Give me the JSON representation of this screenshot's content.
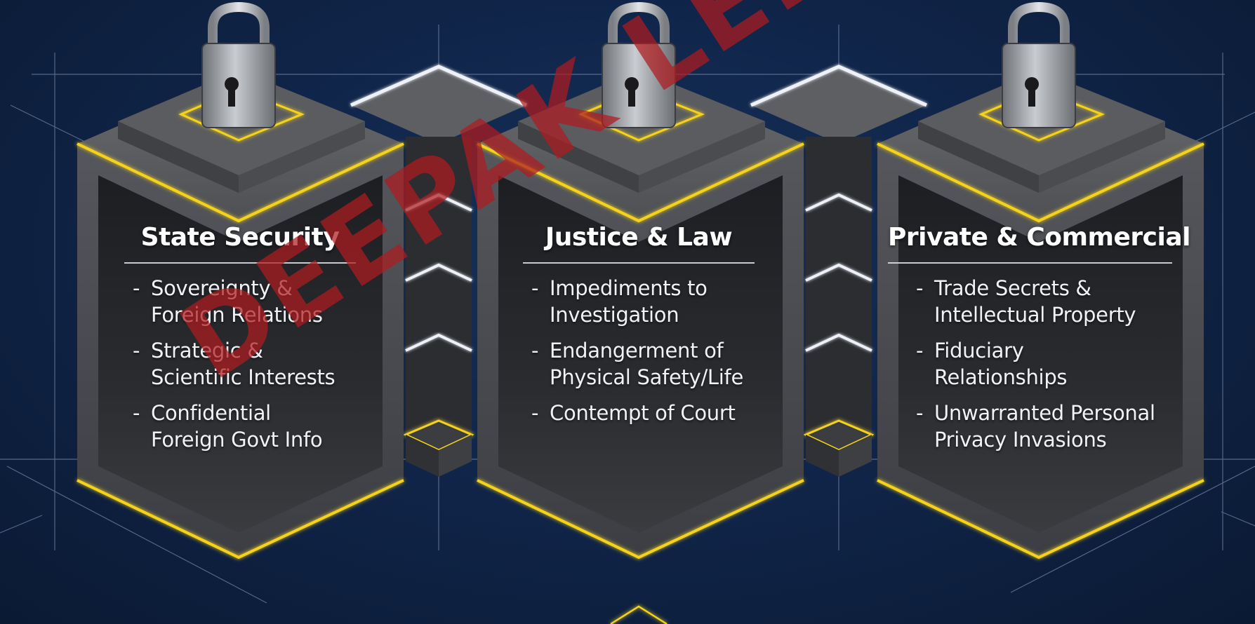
{
  "colors": {
    "background": "#10254a",
    "accent_yellow": "#f5d31c",
    "concrete": "#4b4d52",
    "watermark": "#af1c20"
  },
  "icons": [
    "padlock-icon"
  ],
  "vaults": [
    {
      "title": "State Security",
      "items": [
        [
          "Sovereignty &",
          "Foreign Relations"
        ],
        [
          "Strategic &",
          "Scientific Interests"
        ],
        [
          "Confidential",
          "Foreign Govt Info"
        ]
      ]
    },
    {
      "title": "Justice & Law",
      "items": [
        [
          "Impediments to",
          "Investigation"
        ],
        [
          "Endangerment of",
          "Physical Safety/Life"
        ],
        [
          "Contempt of Court"
        ]
      ]
    },
    {
      "title": "Private & Commercial",
      "items": [
        [
          "Trade Secrets &",
          "Intellectual Property"
        ],
        [
          "Fiduciary",
          "Relationships"
        ],
        [
          "Unwarranted Personal",
          "Privacy Invasions"
        ]
      ]
    }
  ],
  "watermark": "DEEPAK LENKA"
}
